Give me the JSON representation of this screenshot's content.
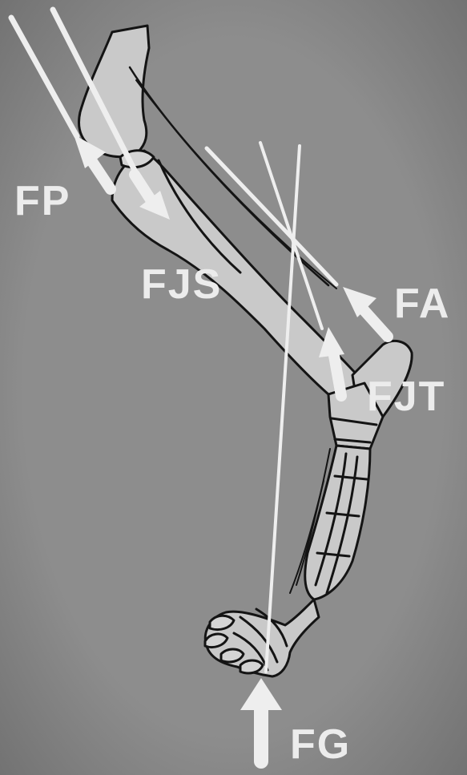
{
  "labels": {
    "fp": "FP",
    "fjs": "FJS",
    "fa": "FA",
    "fjt": "FJT",
    "fg": "FG"
  },
  "colors": {
    "background": "#8a8a8a",
    "force_lines": "#eeeeee",
    "bone_fill": "#c9c9c9",
    "ink": "#141414"
  }
}
